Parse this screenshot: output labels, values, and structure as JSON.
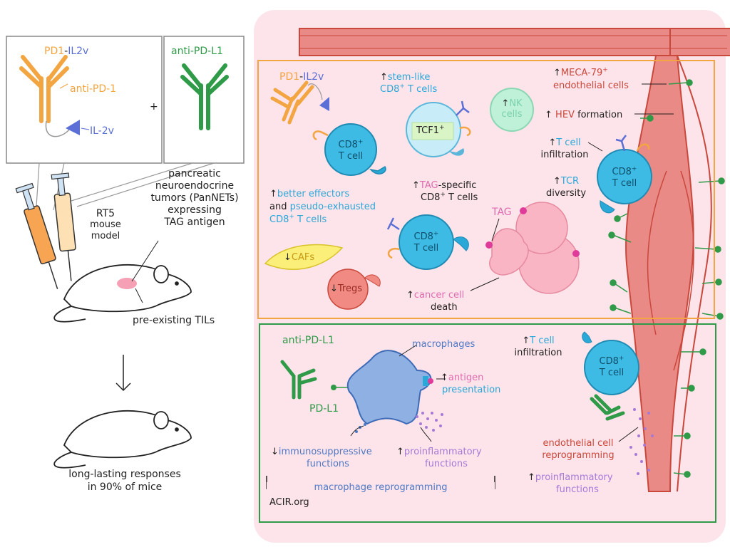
{
  "left": {
    "box1": {
      "pd1": "PD1",
      "dash": "-",
      "il2v": "IL2v",
      "anti_pd1": "anti-PD-1",
      "il2v_label": "IL-2v"
    },
    "plus": "+",
    "box2": {
      "title": "anti-PD-L1"
    },
    "tumor": [
      "pancreatic",
      "neuroendocrine",
      "tumors (PanNETs)",
      "expressing",
      "TAG antigen"
    ],
    "model": [
      "RT5",
      "mouse",
      "model"
    ],
    "tils": "pre-existing TILs",
    "outcome": [
      "long-lasting responses",
      "in 90% of mice"
    ]
  },
  "orange_panel": {
    "pd1il2v_pd1": "PD1",
    "pd1il2v_dash": "-",
    "pd1il2v_il2v": "IL2v",
    "cd8_a": "CD8",
    "cd8_a_sup": "+",
    "cd8_a_2": "T cell",
    "stem_1": "stem-like",
    "stem_2": "CD8",
    "stem_sup": "+",
    "stem_3": " T cells",
    "tcf1": "TCF1",
    "tcf1_sup": "+",
    "nk_1": "NK",
    "nk_2": "cells",
    "better_1": "better effectors",
    "better_2a": "and ",
    "better_2b": "pseudo-exhausted",
    "better_3": "CD8",
    "better_3_sup": "+",
    "better_3b": " T cells",
    "tag_spec_1a": "TAG",
    "tag_spec_1b": "-specific",
    "tag_spec_2": "CD8",
    "tag_spec_sup": "+",
    "tag_spec_3": " T cells",
    "cd8_b": "CD8",
    "cd8_b_sup": "+",
    "cd8_b_2": "T cell",
    "tag": "TAG",
    "cafs": "CAFs",
    "tregs": "Tregs",
    "cancer_1": "cancer cell",
    "cancer_2": "death",
    "meca_1": "MECA-79",
    "meca_sup": "+",
    "meca_2": "endothelial cells",
    "hev_a": "HEV",
    "hev_b": " formation",
    "tcell_inf_1": "T cell",
    "tcell_inf_2": "infiltration",
    "tcr_1": "TCR",
    "tcr_2": "diversity",
    "cd8_c": "CD8",
    "cd8_c_sup": "+",
    "cd8_c_2": "T cell"
  },
  "green_panel": {
    "anti_pdl1": "anti-PD-L1",
    "pdl1": "PD-L1",
    "macrophages": "macrophages",
    "antigen_1": "antigen",
    "antigen_2": "presentation",
    "immuno_1": "immunosuppressive",
    "immuno_2": "functions",
    "proinf_1": "proinflammatory",
    "proinf_2": "functions",
    "reprog": "macrophage reprogramming",
    "acir": "ACIR.org",
    "tcell_inf_1": "T cell",
    "tcell_inf_2": "infiltration",
    "cd8": "CD8",
    "cd8_sup": "+",
    "cd8_2": "T cell",
    "endo_1": "endothelial cell",
    "endo_2": "reprogramming",
    "proinf2_1": "proinflammatory",
    "proinf2_2": "functions"
  },
  "colors": {
    "orange": "#f2a541",
    "blue": "#5b6fd6",
    "green": "#2f9a48",
    "cyan": "#2aa8d8",
    "red": "#c9483b",
    "pink_bg": "#fde3ea",
    "vessel": "#e07a7a",
    "purple": "#a67ad6"
  }
}
